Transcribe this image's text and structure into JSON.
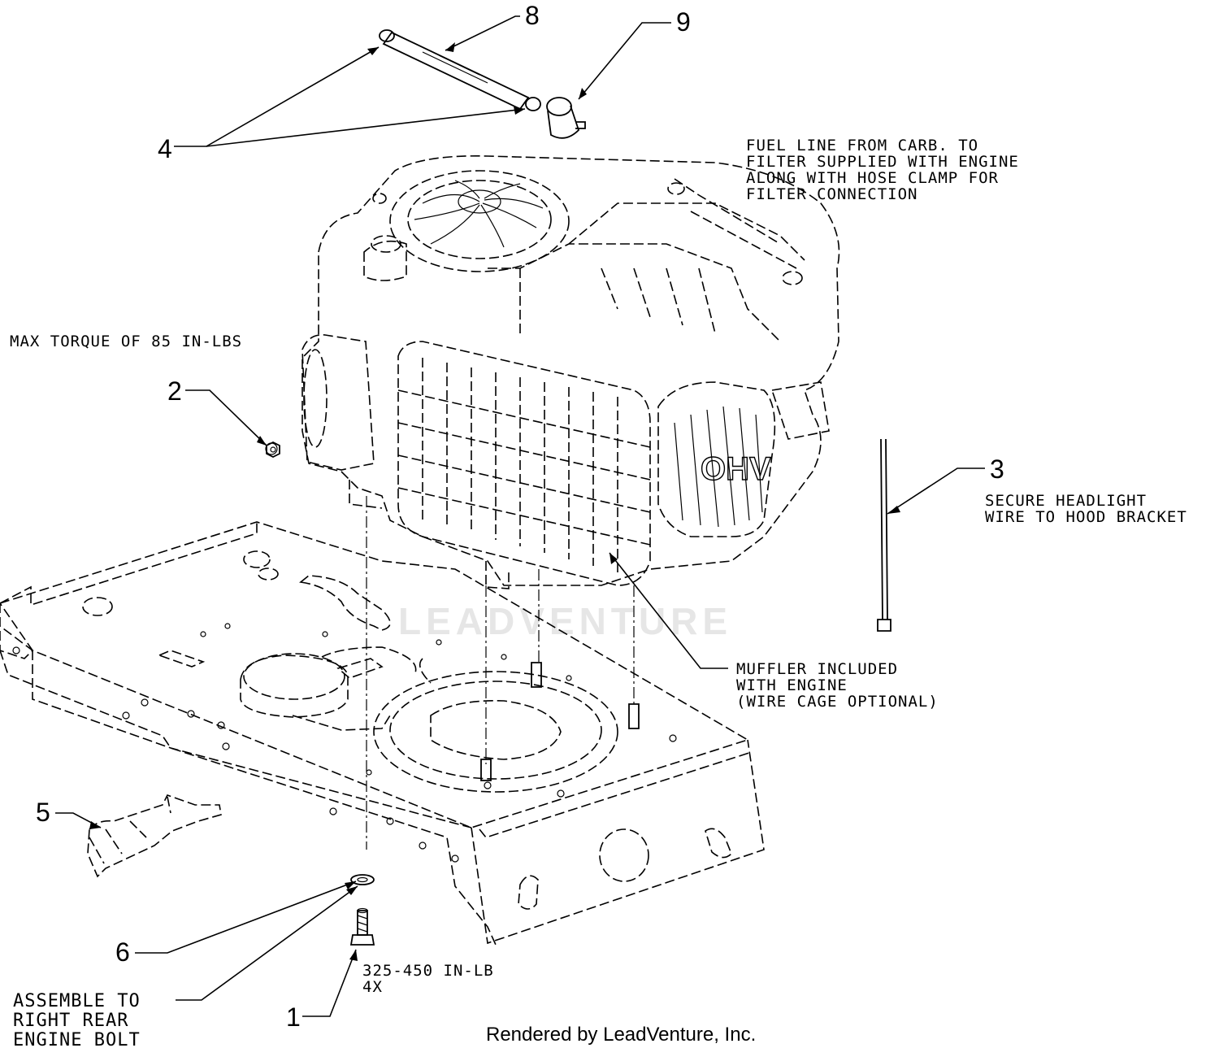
{
  "callouts": {
    "c1": "1",
    "c2": "2",
    "c3": "3",
    "c4": "4",
    "c5": "5",
    "c6": "6",
    "c8": "8",
    "c9": "9"
  },
  "notes": {
    "fuel_line": [
      "FUEL LINE FROM CARB. TO",
      "FILTER SUPPLIED WITH ENGINE",
      "ALONG WITH HOSE CLAMP FOR",
      "FILTER CONNECTION"
    ],
    "max_torque": "MAX TORQUE OF 85 IN-LBS",
    "headlight": [
      "SECURE HEADLIGHT",
      "WIRE TO HOOD BRACKET"
    ],
    "muffler": [
      "MUFFLER INCLUDED",
      "WITH ENGINE",
      "(WIRE CAGE OPTIONAL)"
    ],
    "bolt_torque": [
      "325-450 IN-LB",
      "4X"
    ],
    "assemble": [
      "ASSEMBLE TO",
      "RIGHT REAR",
      "ENGINE BOLT"
    ]
  },
  "watermark": "LEADVENTURE",
  "footer": "Rendered by LeadVenture, Inc."
}
